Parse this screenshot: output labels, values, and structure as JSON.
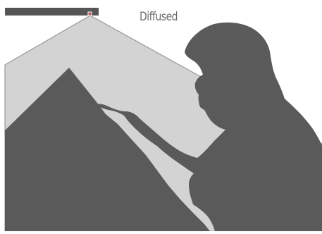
{
  "caption": {
    "label": "Diffused"
  },
  "colors": {
    "background": "#ffffff",
    "light_panel": "#d3d3d3",
    "light_outline": "#9a9a9a",
    "silhouette": "#5a5a5a",
    "caption_text": "#6b6b6b",
    "light_bar": "#555555",
    "bulb_marker": "#b35a5a"
  },
  "icons": {
    "light_source": "rectangular-light-bar",
    "bulb": "light-bulb-marker"
  }
}
